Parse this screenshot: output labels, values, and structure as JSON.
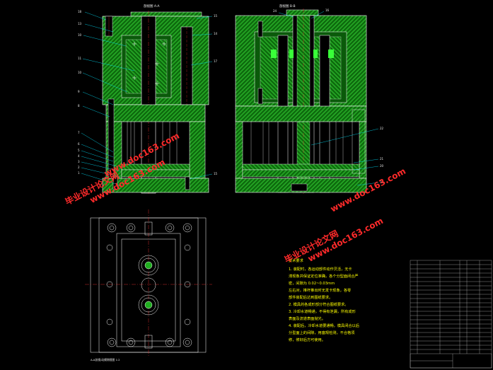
{
  "colors": {
    "background": "#000000",
    "hatch": "#1fae1f",
    "outline": "#ffffff",
    "leader": "#00e5ff",
    "notes": "#ffff00",
    "centerline": "#ff3030",
    "watermark": "#ff2020"
  },
  "views": {
    "left_title": "剖视图 A-A",
    "right_title": "剖视图 B-B",
    "bottom_caption": "A-A剖视/动模侧视图 1:2"
  },
  "callouts_left": [
    "18",
    "13",
    "10",
    "11",
    "10",
    "9",
    "8",
    "7",
    "6",
    "5",
    "4",
    "3",
    "2",
    "1"
  ],
  "callouts_left_right": [
    "15",
    "14",
    "17",
    "15"
  ],
  "callouts_right": [
    "24",
    "16",
    "22",
    "21",
    "20",
    "19"
  ],
  "tech_notes": {
    "title": "技术要求",
    "lines": [
      "1. 装配时，各运动部件动作灵活，无卡",
      "滞现象并保证定位准确，各个分型面闭合严",
      "密，间隙为 0.02~0.03mm",
      "左右对，推杆推出时无发卡现象，各零",
      "部件装配后达到图纸要求。",
      "2. 模具的各成形部分符合图纸要求。",
      "3. 冷却水道畅通，不得有泄漏，所有成形",
      "表面及流道表面抛光。",
      "4. 装配后，冷却水道要通畅，模具闭合以后",
      "分型面上的间隙，用塞规检测，不合格须",
      "修，修好后方可使用。"
    ]
  },
  "watermarks": [
    {
      "text": "毕业设计论文网",
      "url": "www.doc163.com"
    },
    {
      "text": "毕业设计论文网",
      "url": "www.doc163.com"
    }
  ],
  "title_block": {
    "rows": 22
  }
}
